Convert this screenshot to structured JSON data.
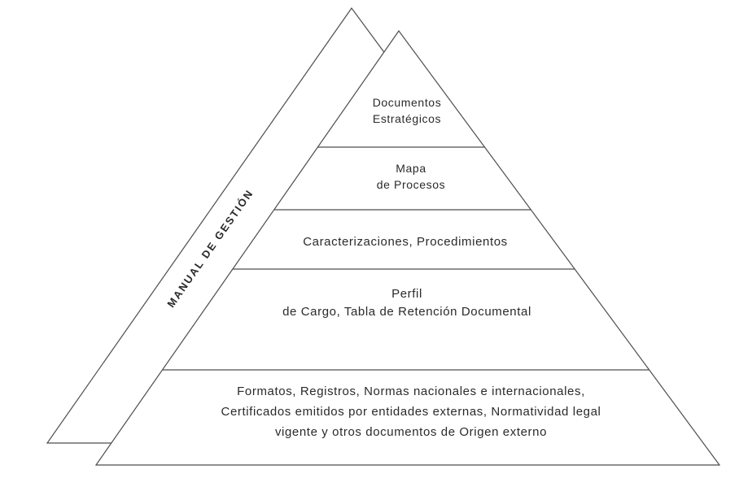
{
  "diagram": {
    "side_label": "MANUAL DE GESTIÓN",
    "line_color": "#4d4d4d",
    "text_color": "#2a2a2a",
    "levels": [
      {
        "lines": [
          "Documentos",
          "Estratégicos"
        ]
      },
      {
        "lines": [
          "Mapa",
          "de Procesos"
        ]
      },
      {
        "lines": [
          "Caracterizaciones, Procedimientos"
        ]
      },
      {
        "lines": [
          "Perfil",
          "de Cargo, Tabla de Retención Documental"
        ]
      },
      {
        "lines": [
          "Formatos, Registros, Normas nacionales e internacionales,",
          "Certificados emitidos por entidades externas, Normatividad legal",
          "vigente y otros documentos de Origen externo"
        ]
      }
    ]
  }
}
